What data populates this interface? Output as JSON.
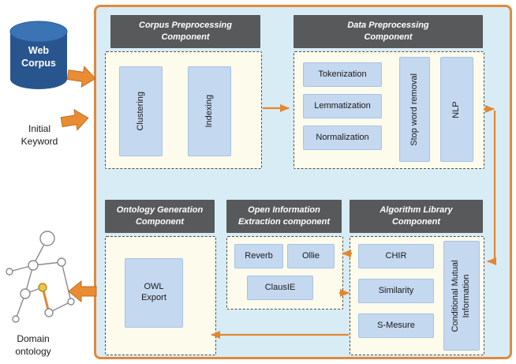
{
  "external": {
    "web_corpus_label": "Web\nCorpus",
    "initial_keyword_label": "Initial\nKeyword",
    "domain_ontology_label": "Domain\nontology"
  },
  "components": {
    "corpus": {
      "title": "Corpus Preprocessing\nComponent",
      "items": [
        "Clustering",
        "Indexing"
      ]
    },
    "data": {
      "title": "Data Preprocessing\nComponent",
      "items": [
        "Tokenization",
        "Lemmatization",
        "Normalization"
      ],
      "vertical_items": [
        "Stop word removal",
        "NLP"
      ]
    },
    "ontology": {
      "title": "Ontology Generation\nComponent",
      "items": [
        "OWL\nExport"
      ]
    },
    "openie": {
      "title": "Open Information\nExtraction component",
      "items": [
        "Reverb",
        "Ollie",
        "ClausIE"
      ]
    },
    "algolib": {
      "title": "Algorithm Library\nComponent",
      "items": [
        "CHIR",
        "Similarity",
        "S-Mesure"
      ],
      "vertical_items": [
        "Conditional Mutual Information"
      ]
    }
  },
  "colors": {
    "accent_orange": "#e3862f",
    "header_gray": "#58595b",
    "panel_background": "#d8ecf6",
    "item_blue": "#c4d8f0",
    "dashed_panel_bg": "#fcfbec",
    "cylinder_blue": "#28558e",
    "highlight_node_yellow": "#ecc34b"
  }
}
